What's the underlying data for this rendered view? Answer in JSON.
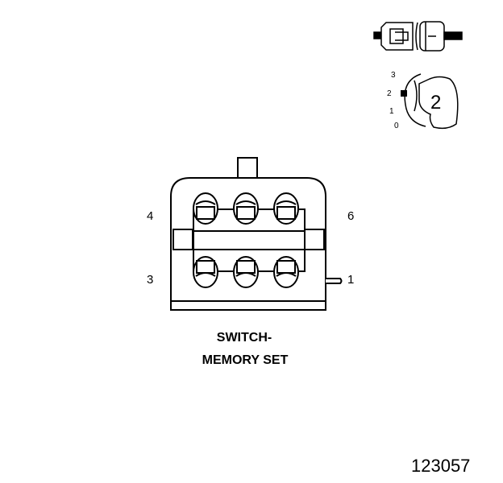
{
  "title": {
    "line1": "SWITCH-",
    "line2": "MEMORY SET"
  },
  "pin_labels": {
    "top_left": "4",
    "bottom_left": "3",
    "top_right": "6",
    "bottom_right": "1"
  },
  "position_selector": {
    "positions": [
      "3",
      "2",
      "1",
      "0"
    ],
    "selected": "2"
  },
  "figure_number": "123057",
  "colors": {
    "line": "#000000",
    "background": "#ffffff"
  }
}
